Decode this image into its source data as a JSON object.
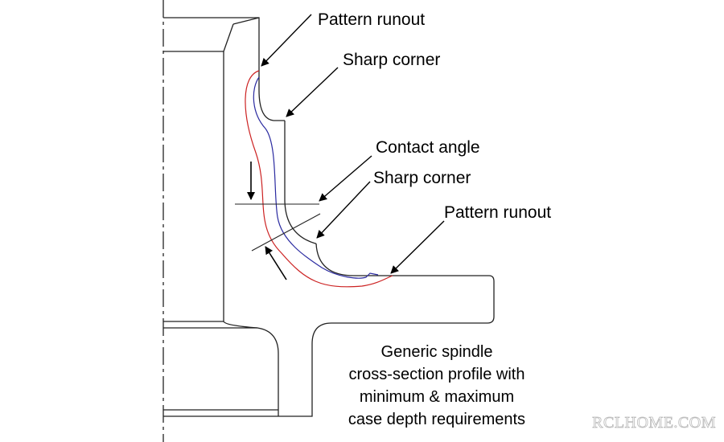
{
  "labels": {
    "pattern_runout_top": "Pattern runout",
    "sharp_corner_top": "Sharp corner",
    "contact_angle": "Contact angle",
    "sharp_corner_mid": "Sharp corner",
    "pattern_runout_right": "Pattern runout"
  },
  "caption": {
    "line1": "Generic spindle",
    "line2": "cross-section profile with",
    "line3": "minimum & maximum",
    "line4": "case depth requirements"
  },
  "watermark": "RCLHOME.COM",
  "colors": {
    "outline": "#222222",
    "max_case_depth": "#cc2222",
    "min_case_depth": "#2a2aa0"
  }
}
